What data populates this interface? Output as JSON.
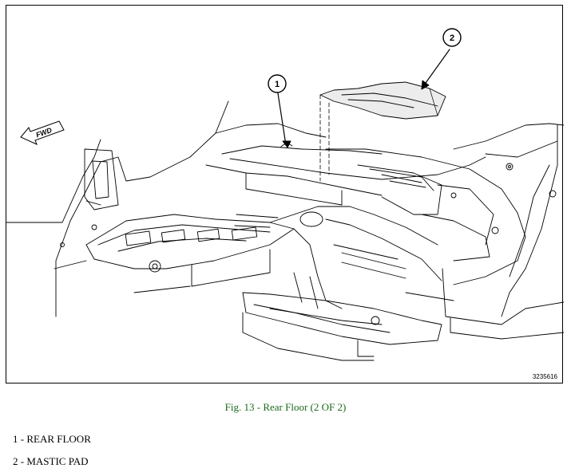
{
  "figure": {
    "fwd_label": "FWD",
    "callouts": [
      "1",
      "2"
    ],
    "figure_number": "3235616"
  },
  "caption": "Fig. 13 - Rear Floor (2 OF 2)",
  "legend": [
    {
      "text": "1 - REAR FLOOR"
    },
    {
      "text": "2 - MASTIC PAD"
    }
  ]
}
